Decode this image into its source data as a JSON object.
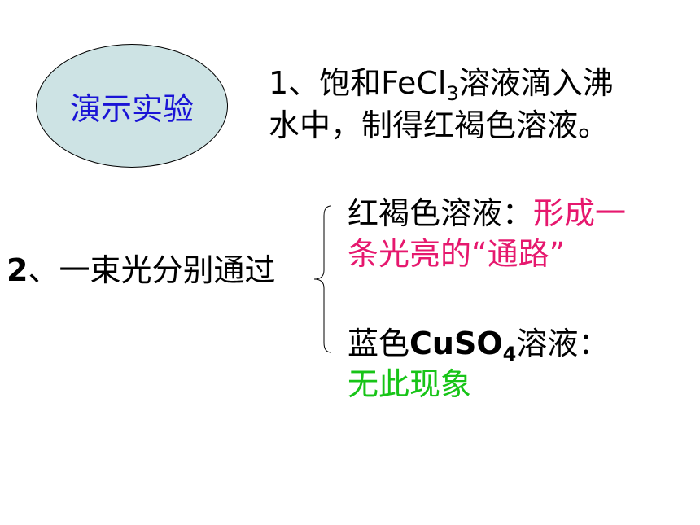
{
  "demo_label": "演示实验",
  "step1": {
    "line1_pre": "1、饱和FeCl",
    "line1_sub": "3",
    "line1_post": "溶液滴入沸",
    "line2": "水中，制得红褐色溶液。"
  },
  "step2": {
    "label_num": "2",
    "label_text": "、一束光分别通过"
  },
  "result_red": {
    "prefix": "红褐色溶液：",
    "phenomenon_line1": "形成一",
    "phenomenon_line2": "条光亮的“通路”"
  },
  "result_blue": {
    "prefix_pre": "蓝色",
    "formula": "CuSO",
    "formula_sub": "4",
    "prefix_post": "溶液：",
    "phenomenon": "无此现象"
  },
  "colors": {
    "oval_fill": "#cde3e4",
    "blue_text": "#1a14d6",
    "magenta": "#e6186e",
    "green": "#17c417"
  }
}
